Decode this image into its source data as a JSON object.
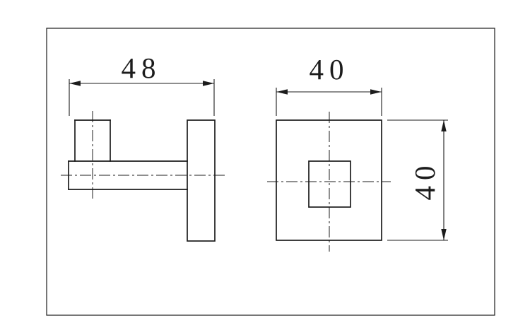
{
  "page": {
    "background_color": "#ffffff",
    "line_color": "#1c1c1c"
  },
  "drawing": {
    "dimensions": {
      "depth": {
        "value": "48"
      },
      "width": {
        "value": "40"
      },
      "height": {
        "value": "40"
      }
    }
  }
}
